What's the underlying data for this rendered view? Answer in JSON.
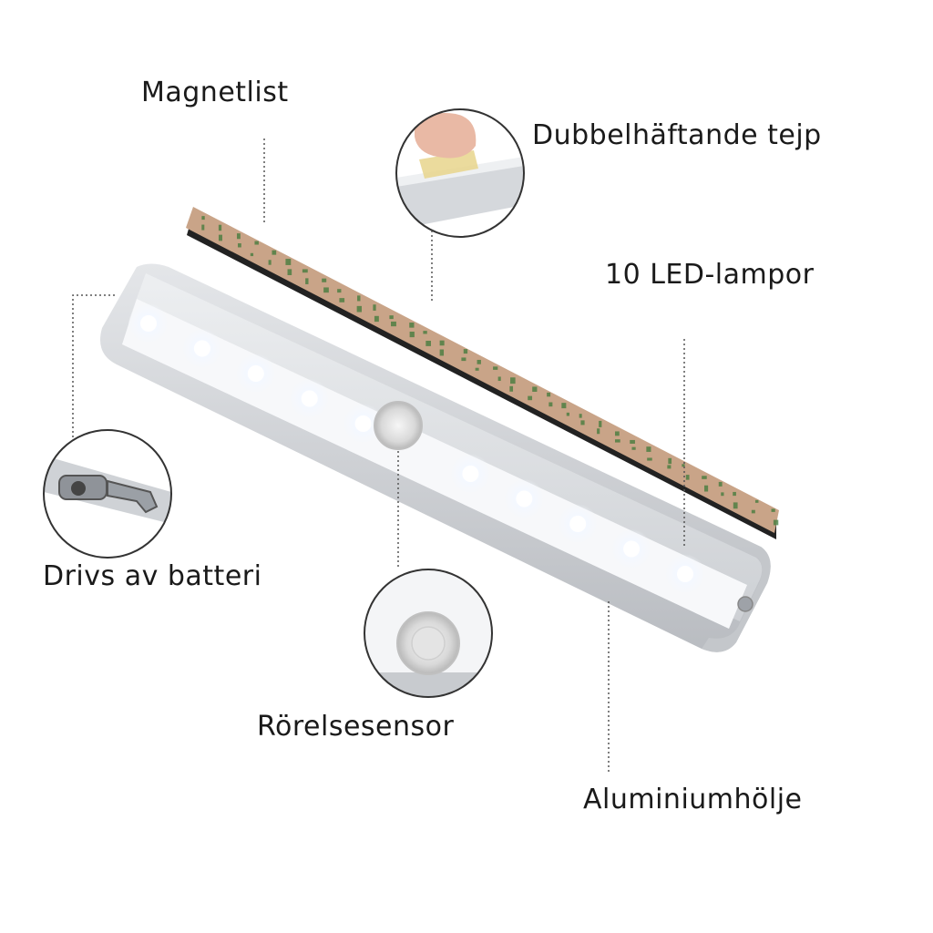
{
  "labels": {
    "magnet": "Magnetlist",
    "tape": "Dubbelhäftande tejp",
    "leds": "10 LED-lampor",
    "battery": "Drivs av batteri",
    "sensor": "Rörelsesensor",
    "aluminum": "Aluminiumhölje"
  },
  "product": {
    "led_count": 10
  },
  "colors": {
    "tape": "#c9a488",
    "tape_print": "#3e7a3a",
    "aluminum": "#d8d9dc",
    "led": "#ffffff",
    "text": "#1a1a1a",
    "leader": "#555555"
  }
}
